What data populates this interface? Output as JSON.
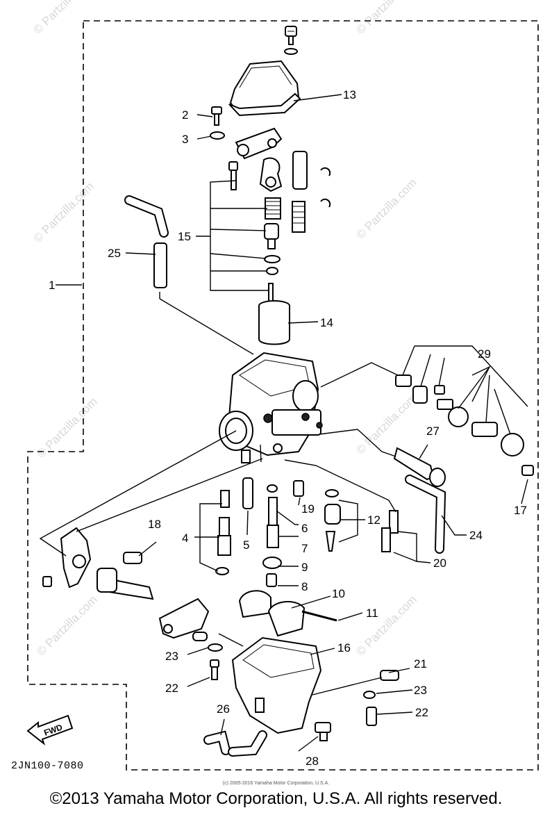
{
  "watermark": "© Partzilla.com",
  "diagram_code": "2JN100-7080",
  "small_copyright": "(c) 2005-2016 Yamaha Motor Corporation, U.S.A.",
  "copyright": "©2013 Yamaha Motor Corporation, U.S.A. All rights reserved.",
  "fwd_label": "FWD",
  "callouts": {
    "c1": "1",
    "c2": "2",
    "c3": "3",
    "c4": "4",
    "c5": "5",
    "c6": "6",
    "c7": "7",
    "c8": "8",
    "c9": "9",
    "c10": "10",
    "c11": "11",
    "c12": "12",
    "c13": "13",
    "c14": "14",
    "c15": "15",
    "c16": "16",
    "c17": "17",
    "c18": "18",
    "c19": "19",
    "c20": "20",
    "c21": "21",
    "c22a": "22",
    "c22b": "22",
    "c23a": "23",
    "c23b": "23",
    "c24": "24",
    "c25": "25",
    "c26": "26",
    "c27": "27",
    "c28": "28",
    "c29": "29"
  }
}
